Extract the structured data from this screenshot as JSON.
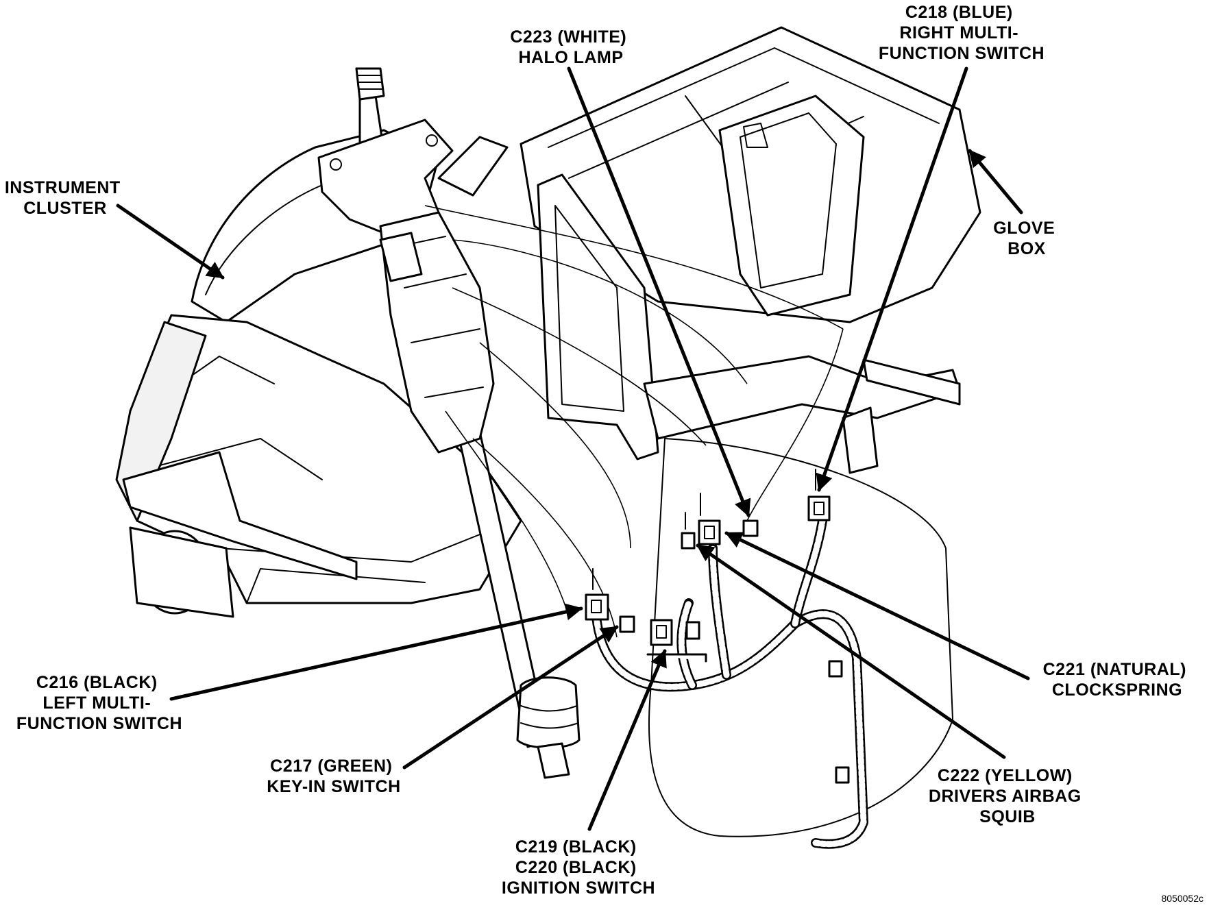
{
  "figure_id": "8050052c",
  "callouts": {
    "c218": [
      "C218 (BLUE)",
      "RIGHT MULTI-",
      "FUNCTION SWITCH"
    ],
    "c223": [
      "C223 (WHITE)",
      "HALO LAMP"
    ],
    "instrument_cluster": [
      "INSTRUMENT",
      "CLUSTER"
    ],
    "glove_box": [
      "GLOVE",
      "BOX"
    ],
    "c221": [
      "C221 (NATURAL)",
      "CLOCKSPRING"
    ],
    "c216": [
      "C216 (BLACK)",
      "LEFT MULTI-",
      "FUNCTION SWITCH"
    ],
    "c217": [
      "C217 (GREEN)",
      "KEY-IN SWITCH"
    ],
    "c222": [
      "C222 (YELLOW)",
      "DRIVERS AIRBAG",
      "SQUIB"
    ],
    "c219_c220": [
      "C219 (BLACK)",
      "C220 (BLACK)",
      "IGNITION SWITCH"
    ]
  }
}
